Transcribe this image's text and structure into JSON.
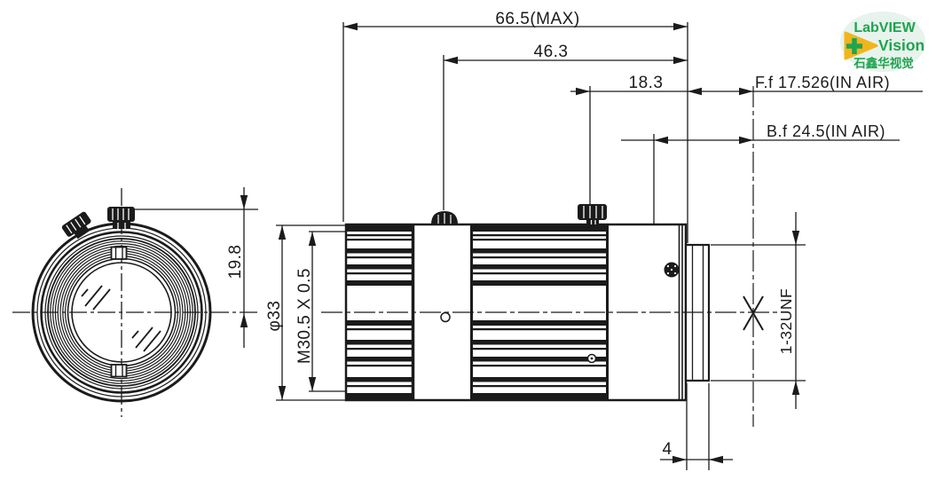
{
  "dimensions": {
    "overall_length": "66.5(MAX)",
    "mid_length": "46.3",
    "rear_length": "18.3",
    "front_focal": "F.f 17.526(IN AIR)",
    "back_focal": "B.f 24.5(IN AIR)",
    "knob_height": "19.8",
    "outer_diameter": "φ33",
    "front_filter_thread": "M30.5 X 0.5",
    "mount_thread": "1-32UNF",
    "mount_protrusion": "4"
  },
  "logo": {
    "brand_line1": "LabVIEW",
    "brand_line2": "Vision",
    "brand_line3": "石鑫华视觉",
    "icons": {
      "play_triangle": "▶",
      "plus": "+"
    }
  },
  "colors": {
    "line": "#1b1b1b",
    "background": "#ffffff",
    "logo_green": "#1fa44f",
    "logo_yellow": "#f2b41d",
    "logo_bg": "#e7f3ec"
  }
}
